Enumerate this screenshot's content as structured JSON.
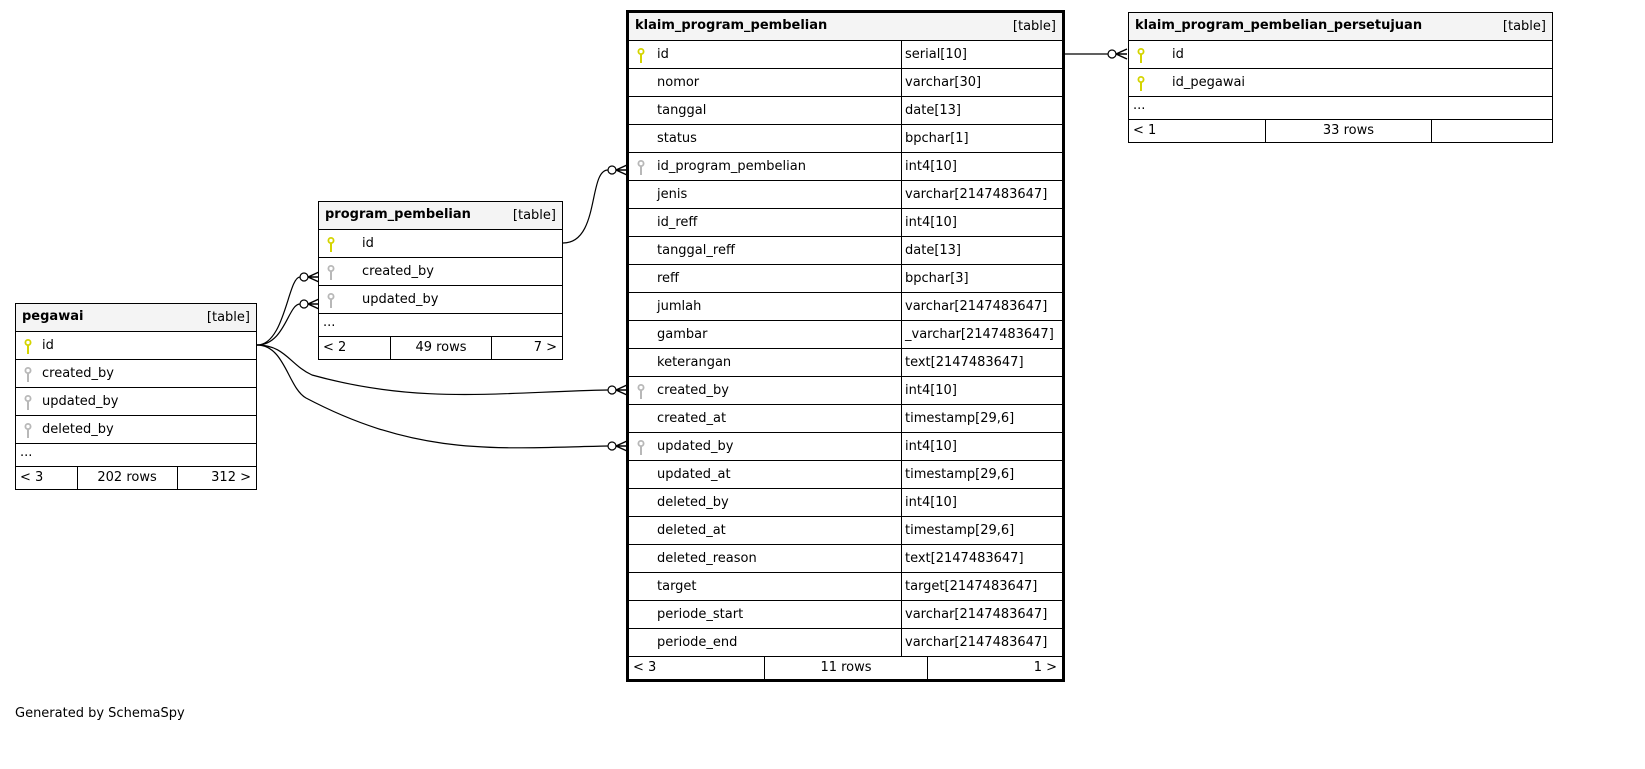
{
  "tables": [
    {
      "name": "pegawai",
      "type_label": "[table]",
      "columns": [
        {
          "name": "id",
          "key": "pk"
        },
        {
          "name": "created_by",
          "key": "fk"
        },
        {
          "name": "updated_by",
          "key": "fk"
        },
        {
          "name": "deleted_by",
          "key": "fk"
        }
      ],
      "more": "...",
      "footer": {
        "prev": "< 3",
        "rows": "202 rows",
        "next": "312 >"
      }
    },
    {
      "name": "program_pembelian",
      "type_label": "[table]",
      "columns": [
        {
          "name": "id",
          "key": "pk"
        },
        {
          "name": "created_by",
          "key": "fk"
        },
        {
          "name": "updated_by",
          "key": "fk"
        }
      ],
      "more": "...",
      "footer": {
        "prev": "< 2",
        "rows": "49 rows",
        "next": "7 >"
      }
    },
    {
      "name": "klaim_program_pembelian",
      "type_label": "[table]",
      "columns": [
        {
          "name": "id",
          "key": "pk",
          "type": "serial[10]"
        },
        {
          "name": "nomor",
          "type": "varchar[30]"
        },
        {
          "name": "tanggal",
          "type": "date[13]"
        },
        {
          "name": "status",
          "type": "bpchar[1]"
        },
        {
          "name": "id_program_pembelian",
          "key": "fk",
          "type": "int4[10]"
        },
        {
          "name": "jenis",
          "type": "varchar[2147483647]"
        },
        {
          "name": "id_reff",
          "type": "int4[10]"
        },
        {
          "name": "tanggal_reff",
          "type": "date[13]"
        },
        {
          "name": "reff",
          "type": "bpchar[3]"
        },
        {
          "name": "jumlah",
          "type": "varchar[2147483647]"
        },
        {
          "name": "gambar",
          "type": "_varchar[2147483647]"
        },
        {
          "name": "keterangan",
          "type": "text[2147483647]"
        },
        {
          "name": "created_by",
          "key": "fk",
          "type": "int4[10]"
        },
        {
          "name": "created_at",
          "type": "timestamp[29,6]"
        },
        {
          "name": "updated_by",
          "key": "fk",
          "type": "int4[10]"
        },
        {
          "name": "updated_at",
          "type": "timestamp[29,6]"
        },
        {
          "name": "deleted_by",
          "type": "int4[10]"
        },
        {
          "name": "deleted_at",
          "type": "timestamp[29,6]"
        },
        {
          "name": "deleted_reason",
          "type": "text[2147483647]"
        },
        {
          "name": "target",
          "type": "target[2147483647]"
        },
        {
          "name": "periode_start",
          "type": "varchar[2147483647]"
        },
        {
          "name": "periode_end",
          "type": "varchar[2147483647]"
        }
      ],
      "footer": {
        "prev": "< 3",
        "rows": "11 rows",
        "next": "1 >"
      }
    },
    {
      "name": "klaim_program_pembelian_persetujuan",
      "type_label": "[table]",
      "columns": [
        {
          "name": "id",
          "key": "pk"
        },
        {
          "name": "id_pegawai",
          "key": "pk"
        }
      ],
      "more": "...",
      "footer": {
        "prev": "< 1",
        "rows": "33 rows",
        "next": ""
      }
    }
  ],
  "colors": {
    "pk_key": "#d4d400",
    "fk_key": "#b8b8b8",
    "header_bg": "#f4f4f4"
  },
  "generated_by": "Generated by SchemaSpy"
}
